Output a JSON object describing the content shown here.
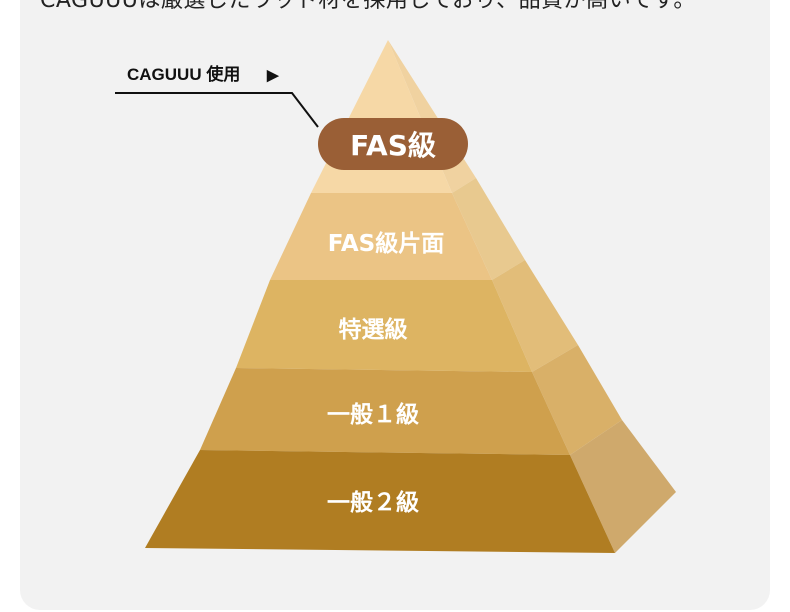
{
  "intro_text": "CAGUUUは厳選したウッド材を採用しており、品質が高いです。",
  "callout": {
    "label": "CAGUUU 使用",
    "arrow": "▶"
  },
  "tiers": [
    {
      "label": "FAS級",
      "highlighted": true
    },
    {
      "label": "FAS級片面"
    },
    {
      "label": "特選級"
    },
    {
      "label": "一般１級"
    },
    {
      "label": "一般２級"
    }
  ],
  "colors": {
    "highlight_badge": "#9a5f36",
    "background": "#f2f2f2",
    "tier_top": "#f6d8a6",
    "tier_bottom": "#b07d22"
  }
}
